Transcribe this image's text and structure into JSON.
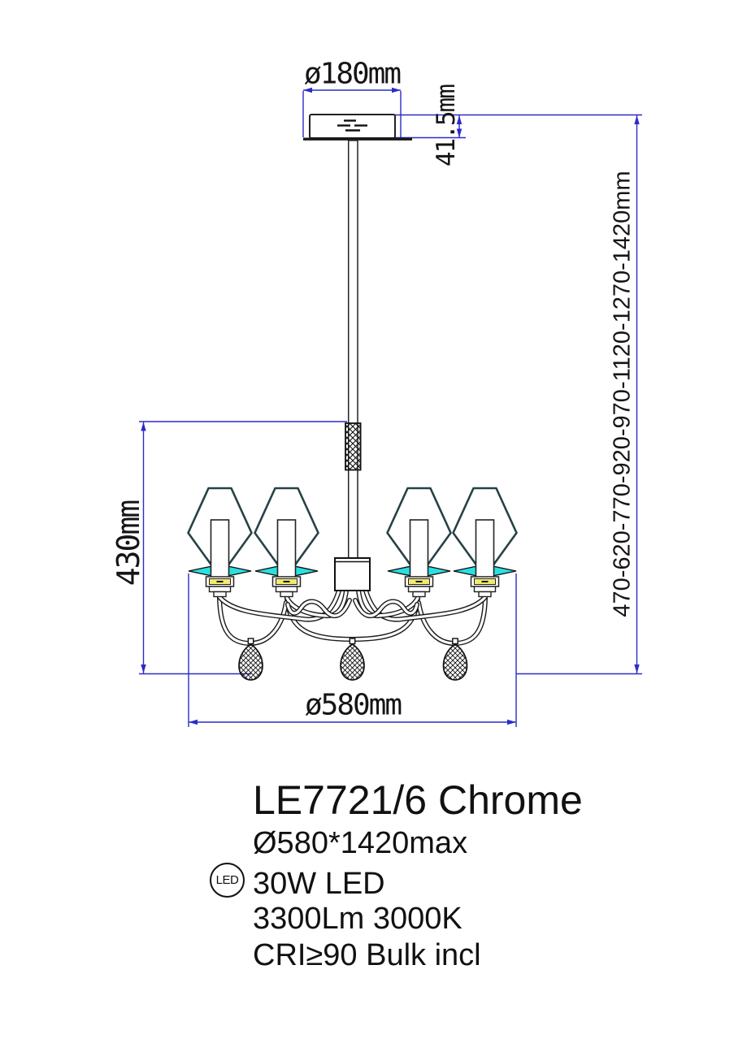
{
  "drawing": {
    "dimensions": {
      "canopy_diameter": "ø180mm",
      "canopy_height": "41.5mm",
      "body_height": "430mm",
      "fixture_diameter": "ø580mm",
      "height_range": "470-620-770-920-970-1120-1270-1420mm"
    },
    "colors": {
      "dimension_line": "#2B2BC8",
      "outline": "#1a1a1a",
      "shade_outline": "#274247",
      "glass_cyan": "#2BDFDF",
      "candle_ring_yellow": "#F2EC6E"
    }
  },
  "product": {
    "title": "LE7721/6 Chrome",
    "size": "Ø580*1420max",
    "led_badge": "LED",
    "power": "30W LED",
    "luminous": "3300Lm 3000K",
    "cri": "CRI≥90 Bulk incl"
  }
}
